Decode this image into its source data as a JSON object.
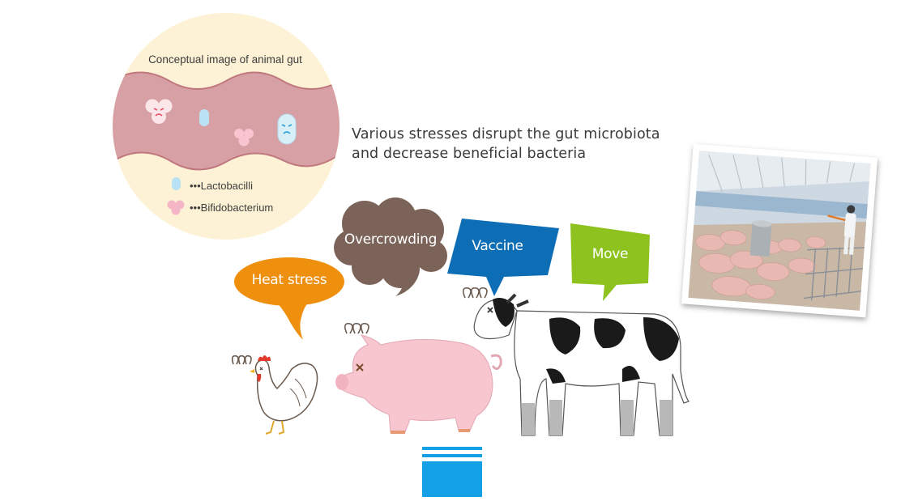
{
  "gut": {
    "title": "Conceptual image of animal gut",
    "legend": [
      {
        "marker": "lactobacilli-icon",
        "label": "•••Lactobacilli",
        "color": "#b9e2f4"
      },
      {
        "marker": "bifidobacterium-icon",
        "label": "•••Bifidobacterium",
        "color": "#f4b6c6"
      }
    ]
  },
  "caption": {
    "line1": "Various stresses disrupt the gut microbiota",
    "line2": "and decrease beneficial bacteria"
  },
  "stresses": {
    "heat": {
      "label": "Heat stress",
      "color": "#ee8f0e"
    },
    "overcrowding": {
      "label": "Overcrowding",
      "color": "#7b6359"
    },
    "vaccine": {
      "label": "Vaccine",
      "color": "#0d6eb5"
    },
    "move": {
      "label": "Move",
      "color": "#8dc21f"
    }
  },
  "colors": {
    "gut_wall": "#d6a0a4",
    "circle_bg": "#fdf2d5",
    "pig": "#f7c6cf",
    "bottom_bar": "#14a0e6"
  }
}
